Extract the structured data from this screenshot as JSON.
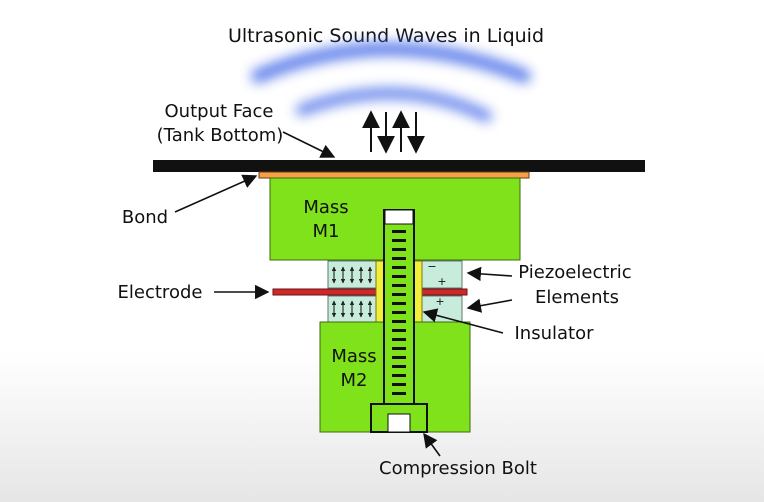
{
  "diagram": {
    "title": "Ultrasonic Sound Waves in Liquid",
    "labels": {
      "output_face_line1": "Output Face",
      "output_face_line2": "(Tank Bottom)",
      "bond": "Bond",
      "electrode": "Electrode",
      "mass_m1_line1": "Mass",
      "mass_m1_line2": "M1",
      "mass_m2_line1": "Mass",
      "mass_m2_line2": "M2",
      "piezo_line1": "Piezoelectric",
      "piezo_line2": "Elements",
      "insulator": "Insulator",
      "compression_bolt": "Compression Bolt"
    },
    "polarity": {
      "upper_top": "−",
      "upper_bottom": "+",
      "lower_top": "+",
      "lower_bottom": "−"
    },
    "colors": {
      "mass_green": "#7fe21a",
      "piezo_cyan": "#c8ecdc",
      "electrode_red": "#cc2a2a",
      "bond_orange": "#f5a14a",
      "insulator_yellow": "#f2ee3a",
      "wave_blue": "#4a6ee8",
      "tank_black": "#111111"
    }
  }
}
